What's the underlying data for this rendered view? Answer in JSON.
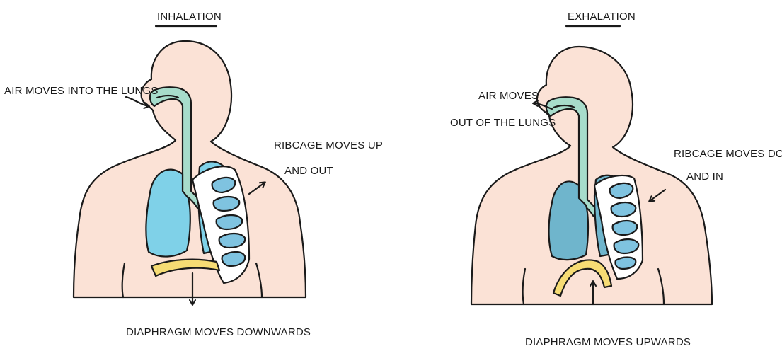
{
  "panels": [
    {
      "title": "INHALATION",
      "labels": {
        "air": [
          "AIR MOVES INTO THE LUNGS"
        ],
        "ribcage": [
          "RIBCAGE MOVES UP",
          "AND OUT"
        ],
        "diaphragm": [
          "DIAPHRAGM MOVES DOWNWARDS"
        ]
      }
    },
    {
      "title": "EXHALATION",
      "labels": {
        "air": [
          "AIR MOVES",
          "OUT OF THE LUNGS"
        ],
        "ribcage": [
          "RIBCAGE MOVES DOWN",
          "AND IN"
        ],
        "diaphragm": [
          "DIAPHRAGM MOVES UPWARDS"
        ]
      }
    }
  ],
  "colors": {
    "skin": "#fbe2d6",
    "airway": "#a7dccb",
    "lung_inhale": "#7fd1e8",
    "lung_exhale": "#6fb5cc",
    "rib_fill": "#7fc3e0",
    "ribcage_fill": "#ffffff",
    "diaphragm": "#f6dc74",
    "ink": "#1a1a1a"
  }
}
